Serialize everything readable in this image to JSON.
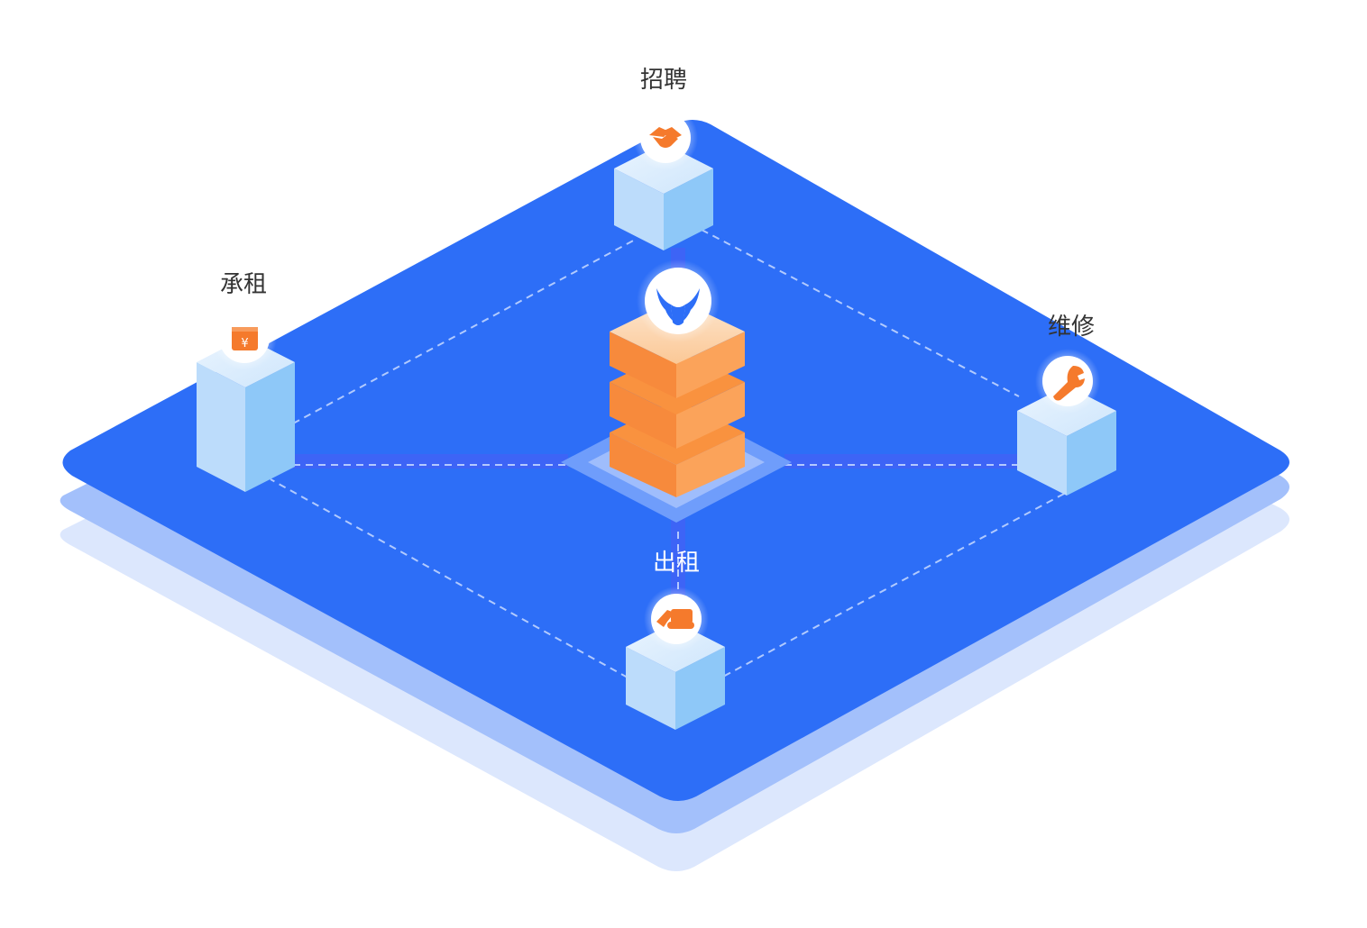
{
  "colors": {
    "platform_top": "#2d6ef7",
    "platform_shadow_1": "#a3c0fb",
    "platform_shadow_2": "#dce7fd",
    "cube_left": "#bcdcfb",
    "cube_right": "#8ec8f8",
    "cube_top": "#dcedfd",
    "accent_orange": "#f57a2c",
    "dash_line": "#c9dbff",
    "label_dark": "#333333",
    "label_light": "#ffffff"
  },
  "nodes": {
    "top": {
      "label": "招聘",
      "icon": "handshake-icon"
    },
    "left": {
      "label": "承租",
      "icon": "yen-bag-icon"
    },
    "right": {
      "label": "维修",
      "icon": "wrench-icon"
    },
    "bottom": {
      "label": "出租",
      "icon": "excavator-icon"
    }
  },
  "center": {
    "icon": "bull-logo-icon"
  }
}
